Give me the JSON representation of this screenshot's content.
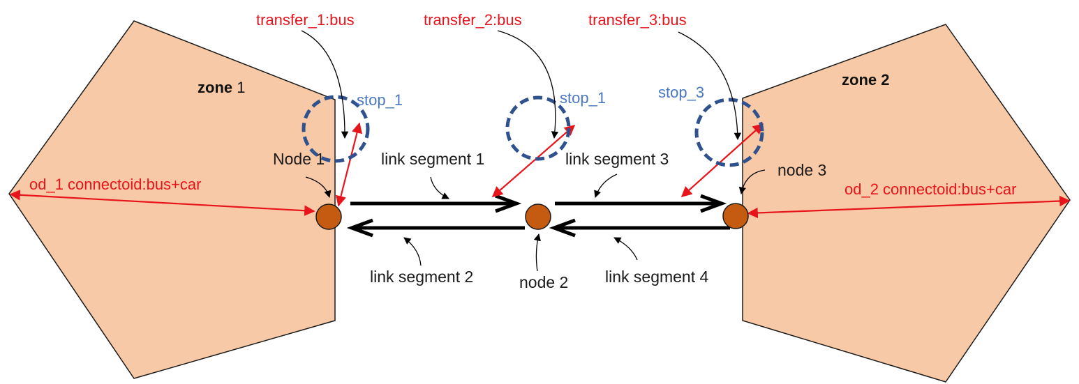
{
  "zones": {
    "zone1": {
      "label_bold": "zone",
      "label_num": " 1"
    },
    "zone2": {
      "label": "zone 2"
    }
  },
  "nodes": {
    "node1": "Node 1",
    "node2": "node 2",
    "node3": "node 3"
  },
  "link_segments": {
    "seg1": "link segment 1",
    "seg2": "link segment 2",
    "seg3": "link segment 3",
    "seg4": "link segment 4"
  },
  "stops": {
    "stop_left": "stop_1",
    "stop_middle": "stop_1",
    "stop_right": "stop_3"
  },
  "transfers": {
    "t1": "transfer_1:bus",
    "t2": "transfer_2:bus",
    "t3": "transfer_3:bus"
  },
  "connectoids": {
    "od1": "od_1 connectoid:bus+car",
    "od2": "od_2 connectoid:bus+car"
  },
  "colors": {
    "zone_fill": "#f8c9a6",
    "node_fill": "#c55a11",
    "connector_red": "#e8141b",
    "stop_blue": "#2f528f"
  }
}
